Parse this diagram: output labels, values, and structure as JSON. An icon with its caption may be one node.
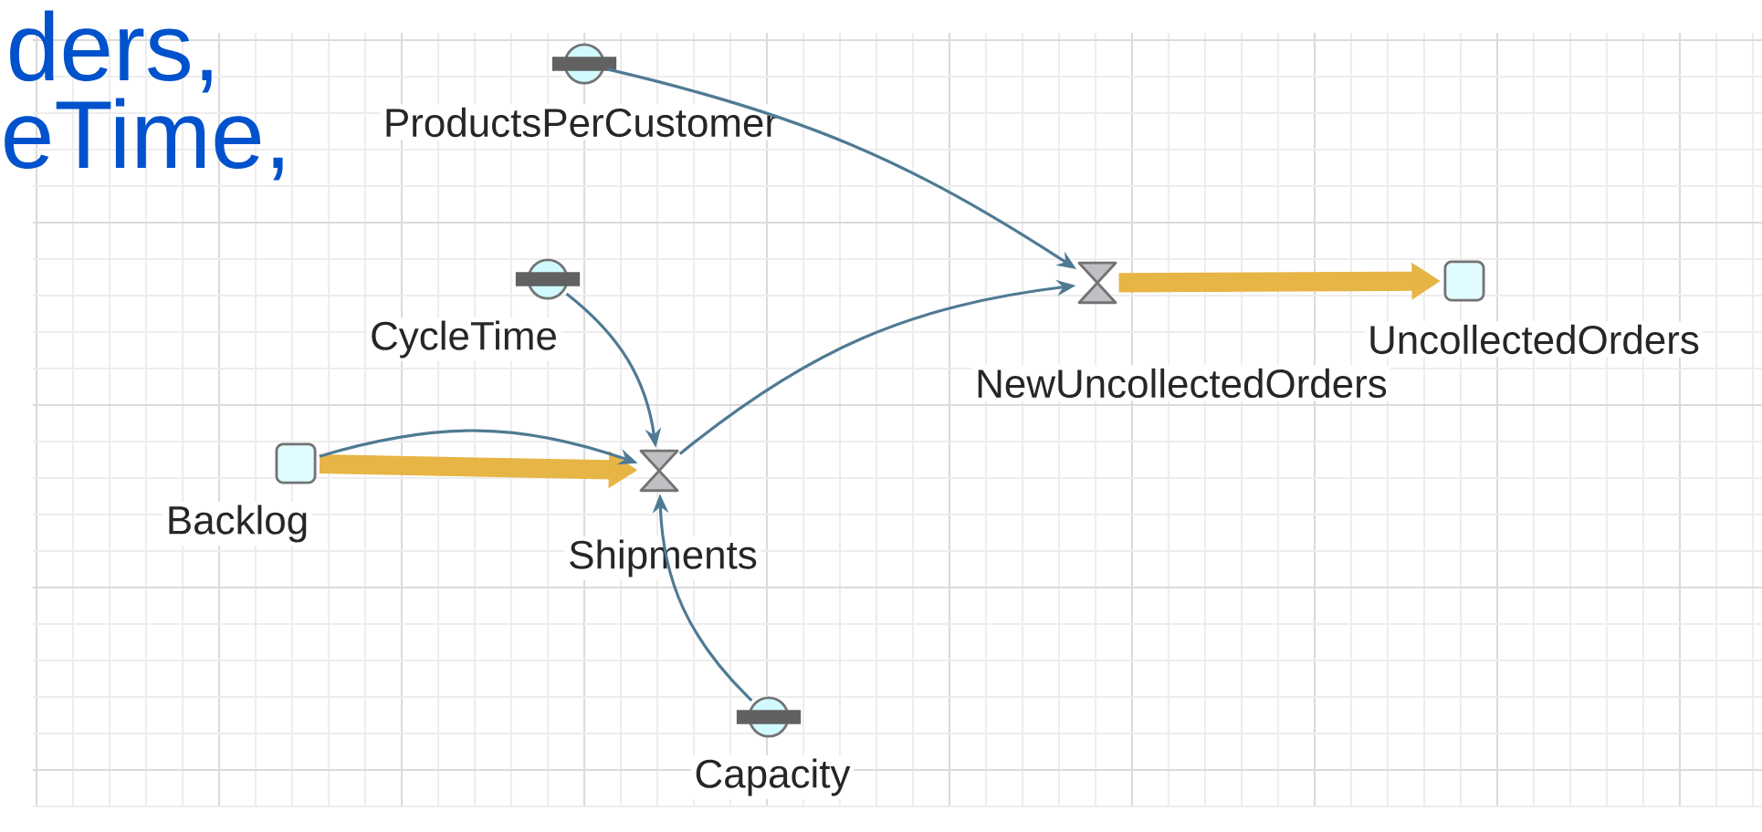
{
  "diagram": {
    "nodes": [
      {
        "text": [
          "ProductsPerCustomer"
        ]
      },
      {
        "text": [
          "CycleTime"
        ]
      },
      {
        "text": [
          "NewUncollectedOrders"
        ]
      },
      {
        "text": [
          "UncollectedOrders"
        ]
      },
      {
        "text": [
          "Backlog"
        ]
      },
      {
        "text": [
          "Shipments"
        ]
      },
      {
        "text": [
          "Capacity"
        ]
      }
    ],
    "edges": [
      {
        "from": 4,
        "to": 5,
        "arrow": "to",
        "style": "thick",
        "color": "#e6b545"
      },
      {
        "from": 4,
        "to": 5,
        "arrow": "to"
      },
      {
        "from": 1,
        "to": 5,
        "arrow": "to"
      },
      {
        "from": 6,
        "to": 5,
        "arrow": "to"
      },
      {
        "from": 5,
        "to": 2,
        "arrow": "to"
      },
      {
        "from": 0,
        "to": 2,
        "arrow": "to"
      },
      {
        "from": 2,
        "to": 3,
        "arrow": "to",
        "style": "thick",
        "color": "#e6b545"
      }
    ],
    "labels": [
      "ders,",
      "eTime,"
    ]
  }
}
